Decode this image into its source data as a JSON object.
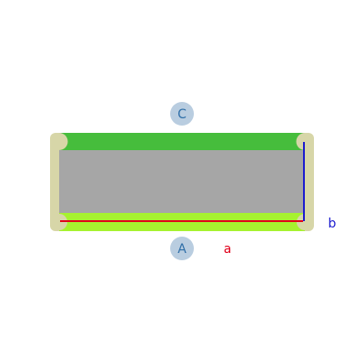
{
  "markers": {
    "top": "C",
    "bottom": "A"
  },
  "dimensions": {
    "width_label": "a",
    "height_label": "b"
  },
  "colors": {
    "top_strip": "#46bd3c",
    "bottom_strip": "#a6f22f",
    "body": "#a6a6a6",
    "roller": "#d7d6a8",
    "marker_fill": "#b9cde0",
    "marker_text": "#2f6fa8",
    "width_line": "#e0001b",
    "height_line": "#1c1ccf"
  }
}
